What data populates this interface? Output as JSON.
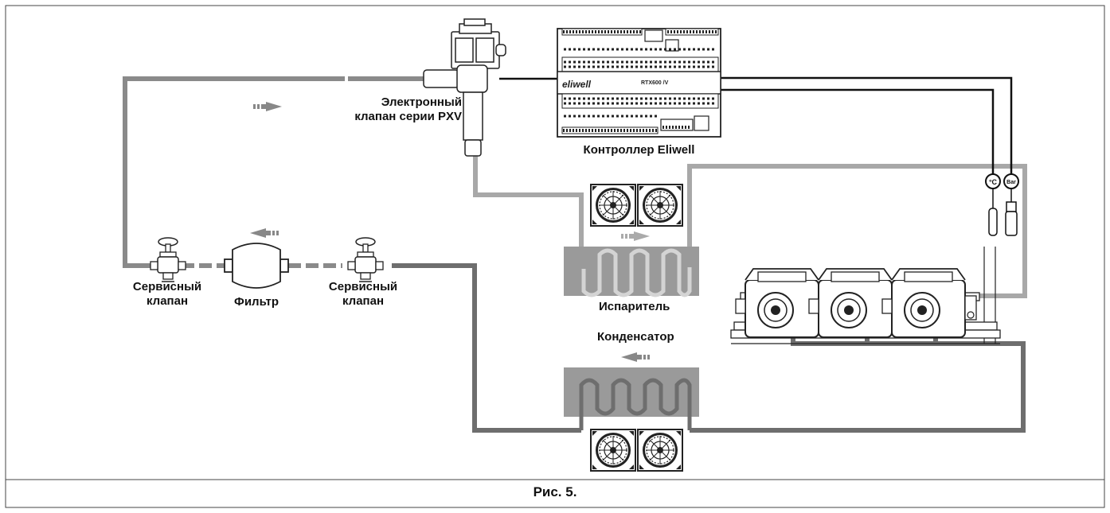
{
  "caption": "Рис. 5.",
  "labels": {
    "valve_line1": "Электронный",
    "valve_line2": "клапан серии PXV",
    "controller": "Контроллер Eliwell",
    "service_valve_left_1": "Сервисный",
    "service_valve_left_2": "клапан",
    "filter": "Фильтр",
    "service_valve_right_1": "Сервисный",
    "service_valve_right_2": "клапан",
    "evaporator": "Испаритель",
    "condenser": "Конденсатор"
  },
  "controller_panel": {
    "brand": "eliwell",
    "model": "RTX600 /V"
  },
  "sensors": {
    "temperature": "°C",
    "pressure": "Bar"
  },
  "colors": {
    "liquid_line": "#8a8a8a",
    "suction_line": "#a8a8a8",
    "discharge_line": "#6e6e6e",
    "coil_box": "#9a9a9a",
    "wire": "#111111",
    "frame": "#444444"
  }
}
